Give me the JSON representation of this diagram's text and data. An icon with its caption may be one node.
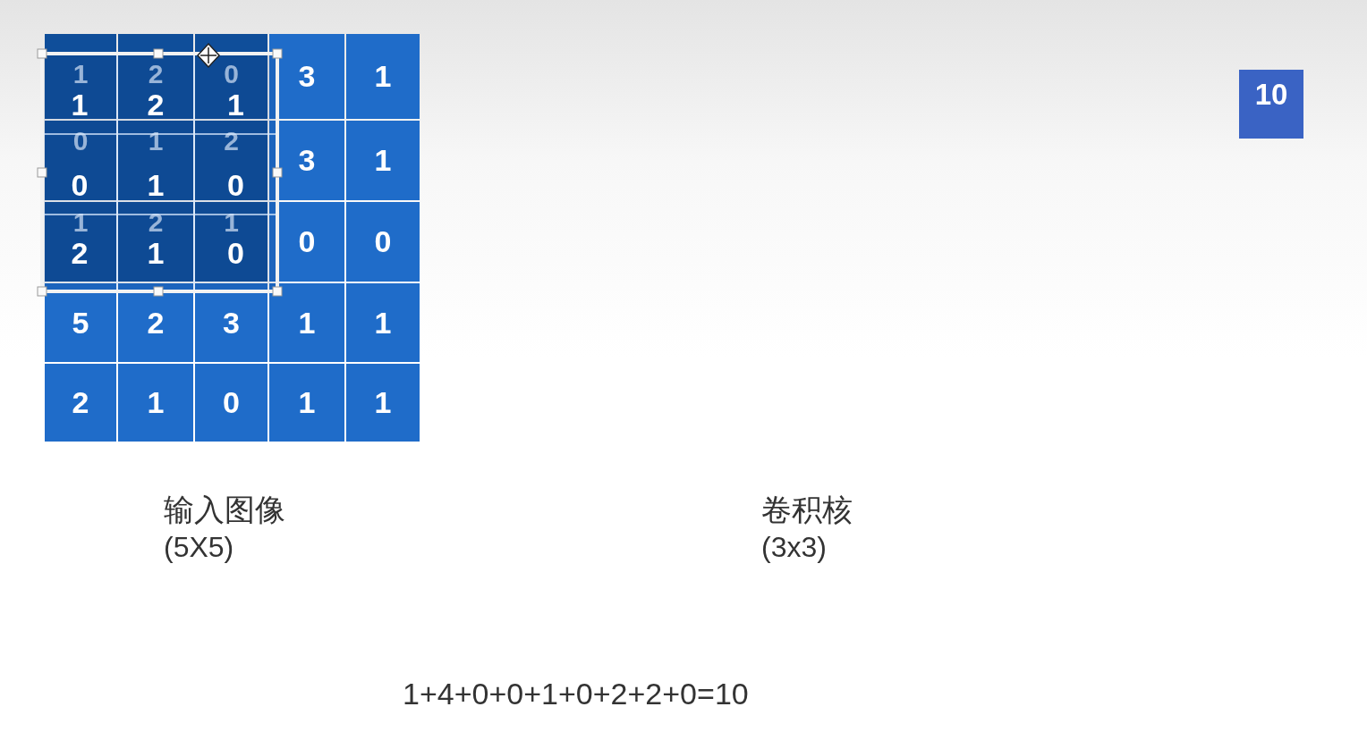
{
  "diagram": {
    "labels": [
      "1",
      "2",
      "0",
      "3",
      "1",
      "0",
      "1",
      "2",
      "3",
      "1",
      "1",
      "2",
      "1",
      "0",
      "0",
      "5",
      "2",
      "3",
      "1",
      "1",
      "2",
      "1",
      "0",
      "1",
      "1",
      "1",
      "2",
      "1",
      "0",
      "1",
      "0",
      "2",
      "1",
      "0",
      "10",
      "输入图像",
      "(5X5)",
      "卷积核",
      "(3x3)",
      "1+4+0+0+1+0+2+2+0=10"
    ]
  }
}
